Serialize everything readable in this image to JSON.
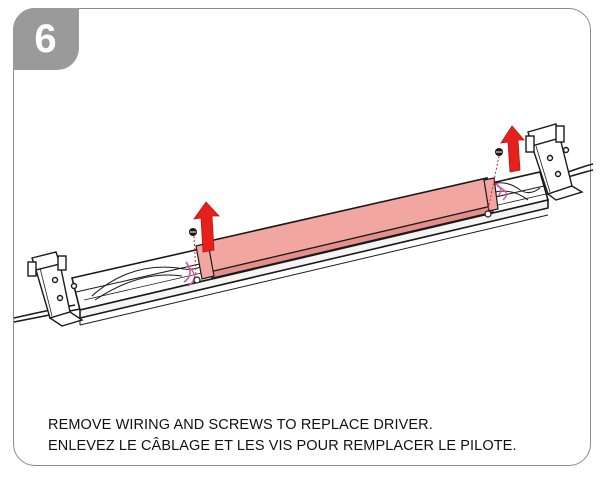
{
  "step": {
    "number": "6"
  },
  "instructions": {
    "line_en": "REMOVE WIRING AND SCREWS TO REPLACE DRIVER.",
    "line_fr": "ENLEVEZ LE CÂBLAGE ET LES VIS POUR REMPLACER LE PILOTE."
  },
  "colors": {
    "driver_fill": "#f2a6a2",
    "arrow": "#e8201c",
    "wire": "#d6559f",
    "tab_gray": "#9a9a9a",
    "line": "#1a1a1a"
  },
  "icons": [
    "up-arrow-icon",
    "screw-icon",
    "mounting-bracket",
    "led-driver",
    "fixture-channel"
  ]
}
